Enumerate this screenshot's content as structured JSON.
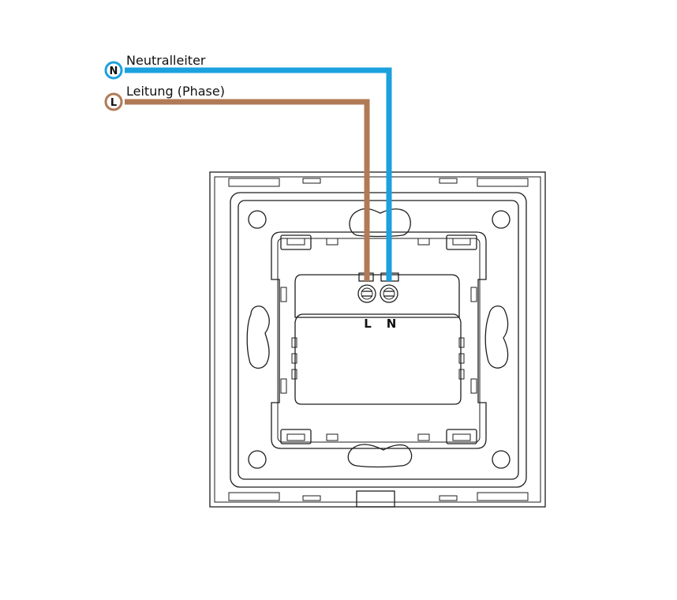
{
  "legend": {
    "neutral": {
      "badge": "N",
      "label": "Neutralleiter",
      "color": "#1ba1de"
    },
    "phase": {
      "badge": "L",
      "label": "Leitung (Phase)",
      "color": "#b07a56"
    }
  },
  "terminals": {
    "left_label": "L",
    "right_label": "N"
  },
  "colors": {
    "outline": "#1e1e1e",
    "background": "#ffffff"
  }
}
